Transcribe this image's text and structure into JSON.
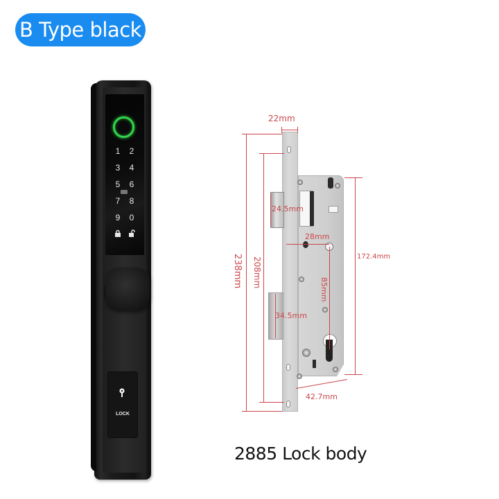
{
  "badge": {
    "label": "B Type black",
    "color": "#1a8cf0"
  },
  "smart_lock": {
    "keypad_keys": [
      "1",
      "2",
      "3",
      "4",
      "5",
      "6",
      "7",
      "8",
      "9",
      "0"
    ],
    "lock_key_icon": "lock-icon",
    "unlock_key_icon": "unlock-icon",
    "fingerprint_ring_color": "#35d14a",
    "key_cover_label": "LOCK"
  },
  "lock_body": {
    "dimensions": {
      "faceplate_width": "22mm",
      "total_height": "238mm",
      "case_height_span": "208mm",
      "case_height": "172.4mm",
      "latch_height": "24.5mm",
      "backset_offset": "28mm",
      "handle_to_cylinder": "85mm",
      "deadbolt_height": "34.5mm",
      "case_depth": "42.7mm"
    },
    "dimension_color": "#c9464a"
  },
  "caption": "2885 Lock body"
}
